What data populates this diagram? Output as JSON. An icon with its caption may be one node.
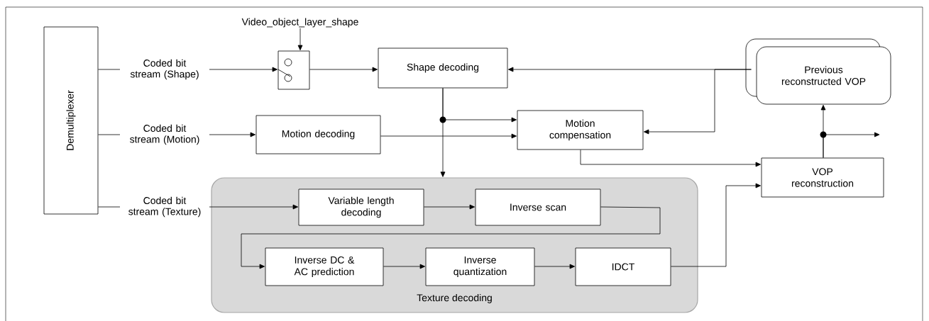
{
  "diagram": {
    "nodes": [
      {
        "text": [
          "Demultiplexer"
        ]
      },
      {
        "text": [
          "Video_object_layer_shape"
        ]
      },
      {
        "text": [],
        "shape": "box"
      },
      {
        "text": [
          "Shape decoding"
        ]
      },
      {
        "text": [
          "Previous reconstructed VOP"
        ]
      },
      {
        "text": [
          "Motion decoding"
        ]
      },
      {
        "text": [
          "Motion compensation"
        ]
      },
      {
        "text": [
          "VOP reconstruction"
        ]
      },
      {
        "text": [
          "Texture decoding"
        ]
      },
      {
        "text": [
          "Variable length decoding"
        ],
        "in": 8
      },
      {
        "text": [
          "Inverse scan"
        ],
        "in": 8
      },
      {
        "text": [
          "Inverse DC & AC prediction"
        ],
        "in": 8
      },
      {
        "text": [
          "Inverse quantization"
        ],
        "in": 8
      },
      {
        "text": [
          "IDCT"
        ],
        "in": 8
      }
    ],
    "edges": [
      {
        "from": 0,
        "to": 2,
        "arrow": "to",
        "label": "Coded bit stream (Shape)"
      },
      {
        "from": 1,
        "to": 2,
        "arrow": "to"
      },
      {
        "from": 2,
        "to": 3,
        "arrow": "to"
      },
      {
        "from": 4,
        "to": 3,
        "arrow": "to"
      },
      {
        "from": 4,
        "to": 6,
        "arrow": "to"
      },
      {
        "from": 3,
        "to": 6,
        "arrow": "to"
      },
      {
        "from": 3,
        "to": 8,
        "arrow": "to"
      },
      {
        "from": 0,
        "to": 5,
        "arrow": "to",
        "label": "Coded bit stream (Motion)"
      },
      {
        "from": 5,
        "to": 6,
        "arrow": "to"
      },
      {
        "from": 6,
        "to": 7,
        "arrow": "to"
      },
      {
        "from": 0,
        "to": 9,
        "arrow": "to",
        "label": "Coded bit stream (Texture)"
      },
      {
        "from": 9,
        "to": 10,
        "arrow": "to"
      },
      {
        "from": 10,
        "to": 11,
        "arrow": "to"
      },
      {
        "from": 11,
        "to": 12,
        "arrow": "to"
      },
      {
        "from": 12,
        "to": 13,
        "arrow": "to"
      },
      {
        "from": 13,
        "to": 7,
        "arrow": "to"
      },
      {
        "from": 7,
        "to": 4,
        "arrow": "to"
      },
      {
        "from": 7,
        "to": null,
        "arrow": "to"
      }
    ]
  }
}
